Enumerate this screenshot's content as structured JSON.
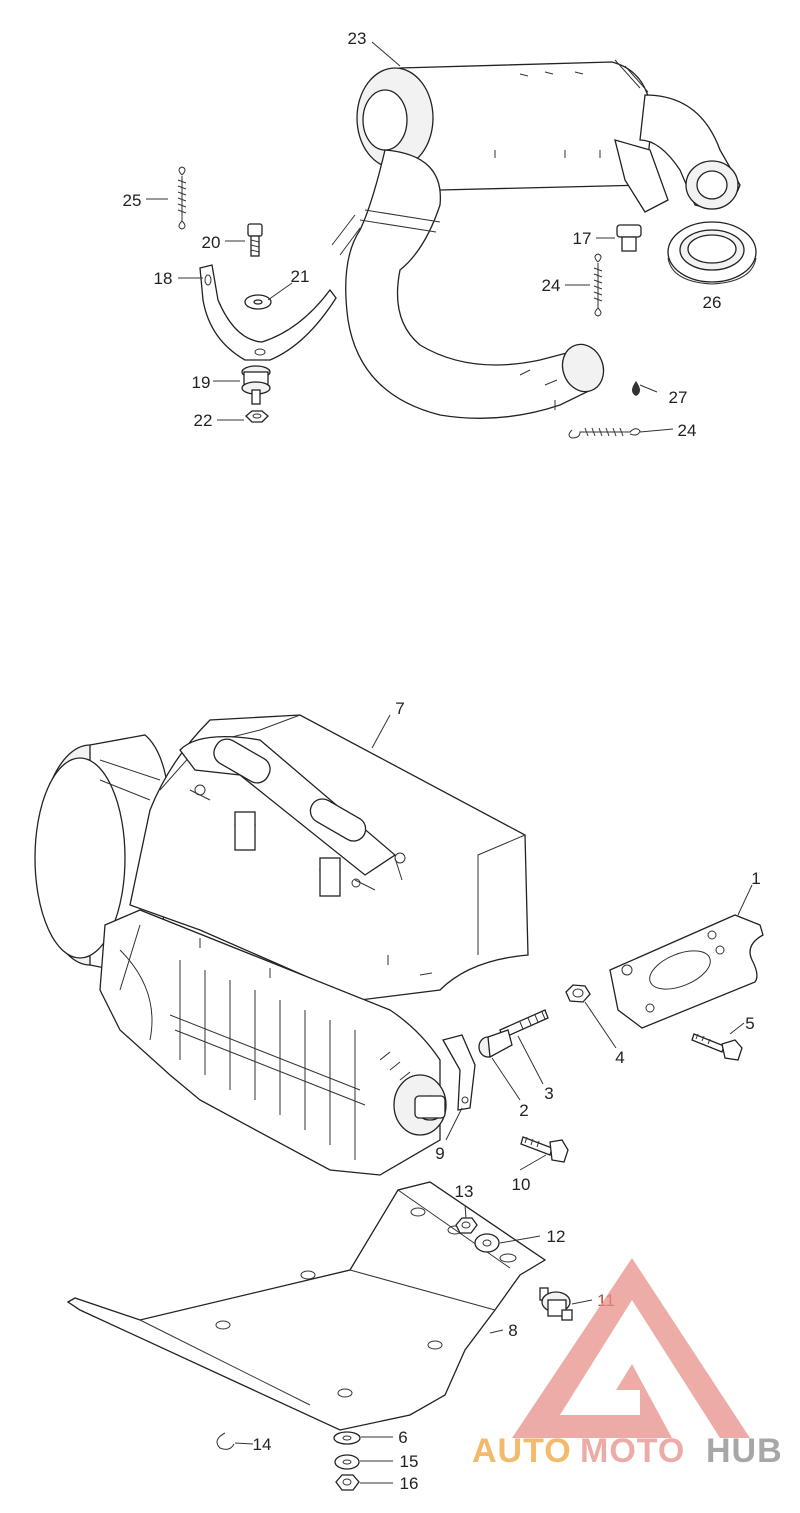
{
  "callouts": {
    "c1": "1",
    "c2": "2",
    "c3": "3",
    "c4": "4",
    "c5": "5",
    "c6": "6",
    "c7": "7",
    "c8": "8",
    "c9": "9",
    "c10": "10",
    "c11": "11",
    "c12": "12",
    "c13": "13",
    "c14": "14",
    "c15": "15",
    "c16": "16",
    "c17": "17",
    "c18": "18",
    "c19": "19",
    "c20": "20",
    "c21": "21",
    "c22": "22",
    "c23": "23",
    "c24a": "24",
    "c24b": "24",
    "c25": "25",
    "c26": "26",
    "c27": "27"
  },
  "watermark": {
    "word1": "AUTO",
    "word2": "MOTO",
    "word3": "HUB",
    "color_primary": "#f0a33a",
    "color_secondary": "#e8908a",
    "color_tertiary": "#8a8a8a"
  }
}
